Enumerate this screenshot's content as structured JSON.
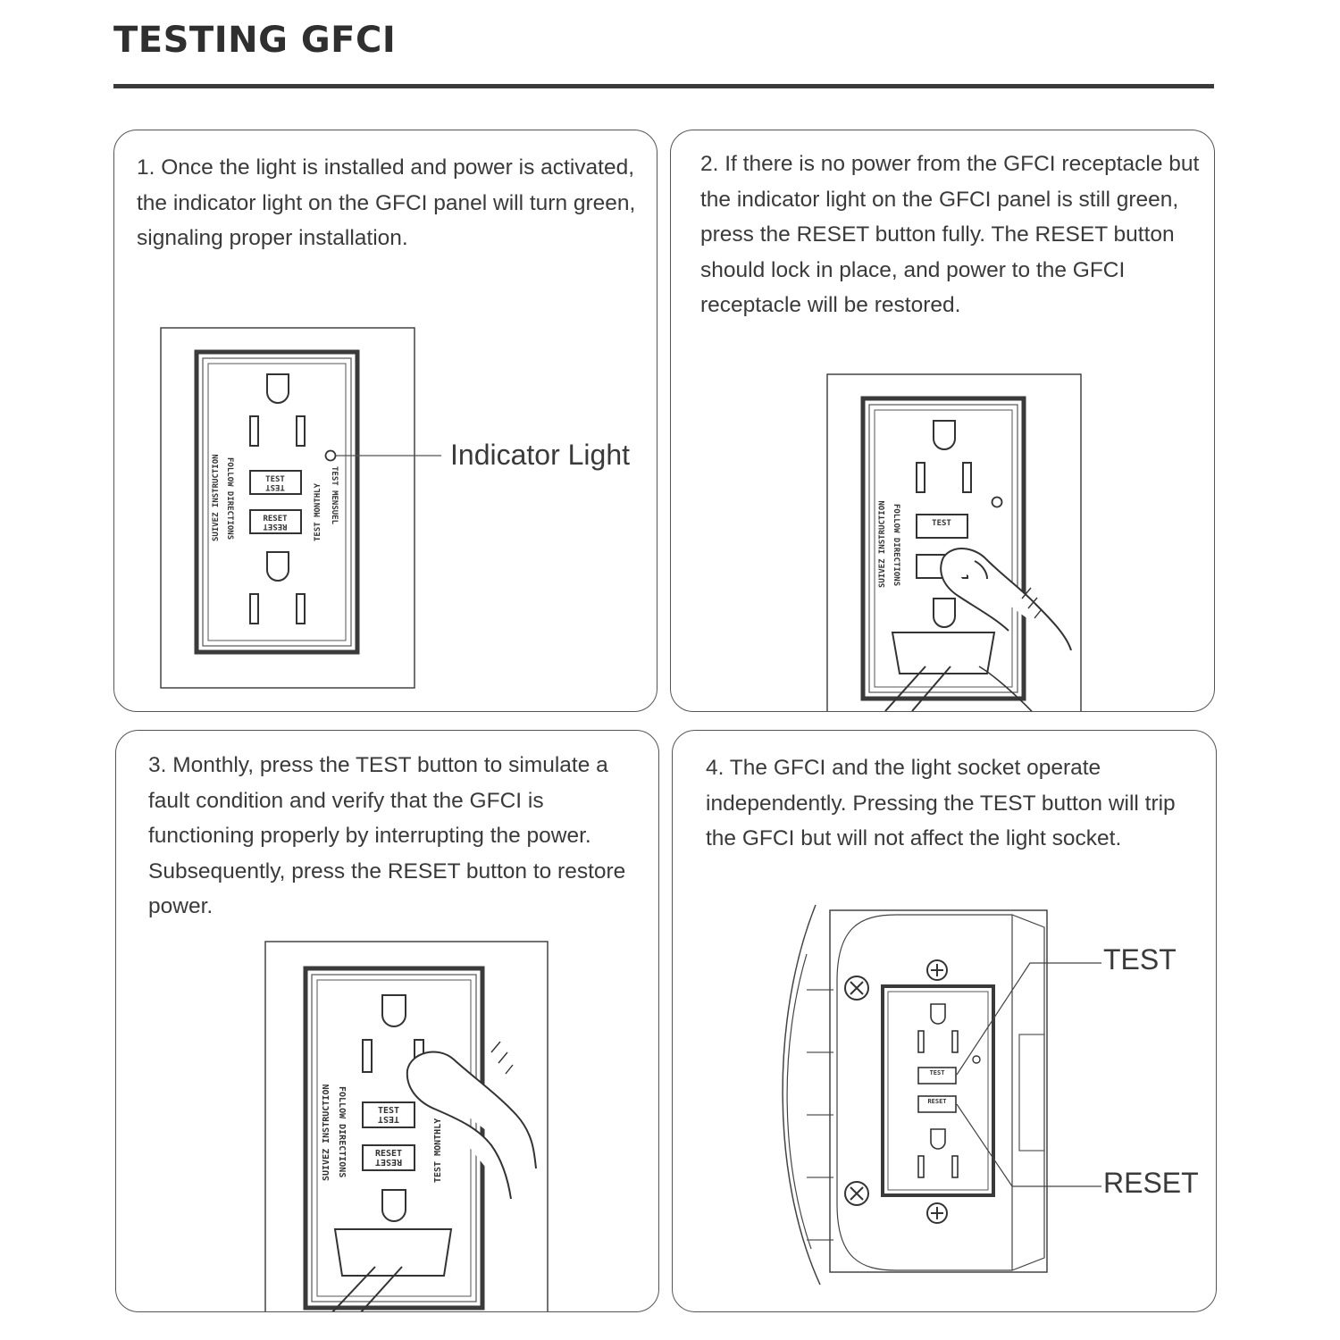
{
  "page": {
    "title": "TESTING GFCI"
  },
  "steps": [
    {
      "text": "1. Once the light is installed and power is activated, the indicator light on the GFCI panel will turn green, signaling proper installation."
    },
    {
      "text": "2. If there is no power from the GFCI receptacle but the indicator light on the GFCI panel is still green, press the RESET button fully. The RESET button should lock in place, and power to the GFCI receptacle will be restored."
    },
    {
      "text": "3. Monthly, press the TEST button to simulate a fault condition and verify that the GFCI is functioning properly by interrupting the power. Subsequently, press the RESET button to restore power."
    },
    {
      "text": "4. The GFCI and the light socket operate independently. Pressing the TEST button will trip the GFCI but will not affect the light socket."
    }
  ],
  "callouts": {
    "indicator_light": "Indicator Light",
    "test": "TEST",
    "reset": "RESET"
  },
  "outlet_labels": {
    "test": "TEST",
    "reset": "RESET",
    "follow": "FOLLOW DIRECTIONS",
    "suivez": "SUIVEZ INSTRUCTION",
    "monthly": "TEST MONTHLY",
    "mensuel": "TEST MENSUEL"
  }
}
